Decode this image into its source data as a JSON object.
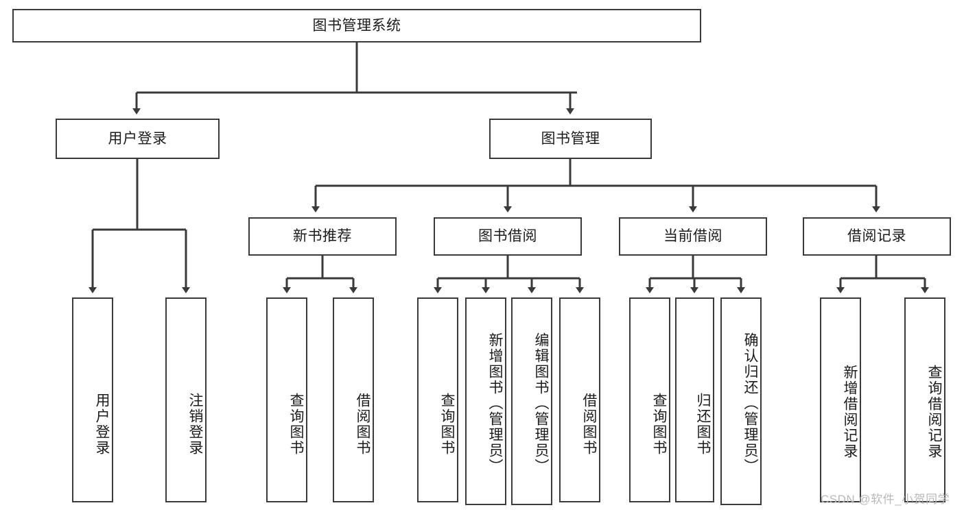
{
  "diagram": {
    "type": "tree-hierarchy",
    "title": "图书管理系统",
    "root": {
      "label": "图书管理系统"
    },
    "level1": [
      {
        "id": "user-login",
        "label": "用户登录"
      },
      {
        "id": "book-manage",
        "label": "图书管理"
      }
    ],
    "level2": [
      {
        "id": "new-book-rec",
        "label": "新书推荐",
        "parent": "book-manage"
      },
      {
        "id": "book-borrow",
        "label": "图书借阅",
        "parent": "book-manage"
      },
      {
        "id": "current-borrow",
        "label": "当前借阅",
        "parent": "book-manage"
      },
      {
        "id": "borrow-record",
        "label": "借阅记录",
        "parent": "book-manage"
      }
    ],
    "leaves": [
      {
        "id": "leaf-user-login",
        "label": "用户登录",
        "parent": "user-login"
      },
      {
        "id": "leaf-logout",
        "label": "注销登录",
        "parent": "user-login"
      },
      {
        "id": "leaf-query-book-1",
        "label": "查询图书",
        "parent": "new-book-rec"
      },
      {
        "id": "leaf-borrow-book-1",
        "label": "借阅图书",
        "parent": "new-book-rec"
      },
      {
        "id": "leaf-query-book-2",
        "label": "查询图书",
        "parent": "book-borrow"
      },
      {
        "id": "leaf-add-book",
        "label": "新增图书（管理员）",
        "parent": "book-borrow"
      },
      {
        "id": "leaf-edit-book",
        "label": "编辑图书（管理员）",
        "parent": "book-borrow"
      },
      {
        "id": "leaf-borrow-book-2",
        "label": "借阅图书",
        "parent": "book-borrow"
      },
      {
        "id": "leaf-query-book-3",
        "label": "查询图书",
        "parent": "current-borrow"
      },
      {
        "id": "leaf-return-book",
        "label": "归还图书",
        "parent": "current-borrow"
      },
      {
        "id": "leaf-confirm-return",
        "label": "确认归还（管理员）",
        "parent": "current-borrow"
      },
      {
        "id": "leaf-add-record",
        "label": "新增借阅记录",
        "parent": "borrow-record"
      },
      {
        "id": "leaf-query-record",
        "label": "查询借阅记录",
        "parent": "borrow-record"
      }
    ],
    "colors": {
      "border": "#3a3a3a",
      "text": "#1b1b1b",
      "background": "#ffffff",
      "watermark": "#b9b9b9"
    }
  },
  "watermark": {
    "text": "CSDN @软件_小贺同学"
  }
}
